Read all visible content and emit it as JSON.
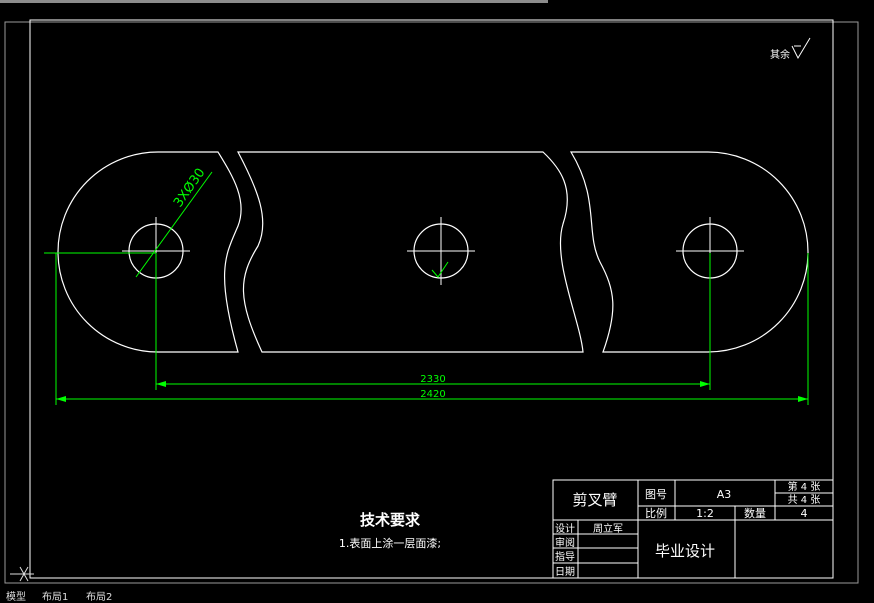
{
  "drawing": {
    "roughness_mark": "其余",
    "dimensions": {
      "inner_hole_span": "2330",
      "overall_length": "2420",
      "hole_callout": "3XØ30"
    },
    "tech_requirements": {
      "title": "技术要求",
      "item1": "1.表面上涂一层面漆;"
    },
    "title_block": {
      "part_name": "剪叉臂",
      "drawing_no_label": "图号",
      "drawing_no_value": "A3",
      "sheet_label": "第 4 张",
      "total_label": "共 4 张",
      "scale_label": "比例",
      "scale_value": "1:2",
      "quantity_label": "数量",
      "quantity_value": "4",
      "design_label": "设计",
      "designer_name": "周立军",
      "review_label": "审阅",
      "guide_label": "指导",
      "date_label": "日期",
      "project_title": "毕业设计"
    },
    "colors": {
      "background": "#000000",
      "geometry": "#ffffff",
      "dimension": "#00ff00",
      "text": "#ffffff"
    }
  },
  "layout_tabs": {
    "model": "模型",
    "layout1": "布局1",
    "layout2": "布局2"
  }
}
